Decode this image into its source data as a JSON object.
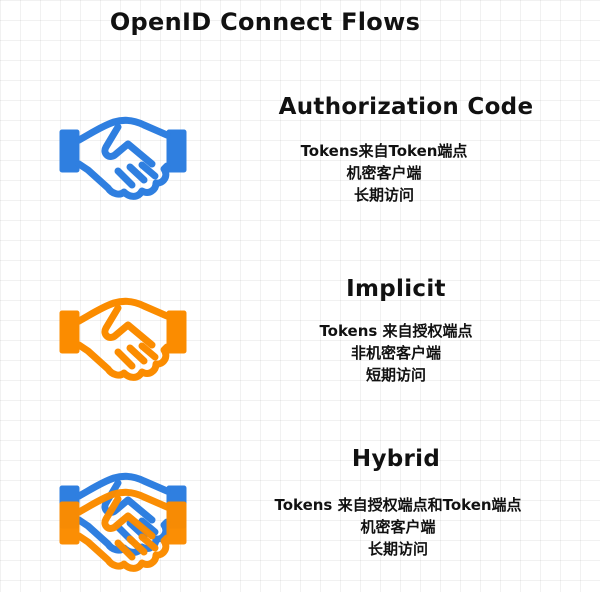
{
  "title": "OpenID Connect Flows",
  "colors": {
    "blue": "#2f7fe0",
    "orange": "#fb8c00"
  },
  "flows": [
    {
      "name": "Authorization Code",
      "icon": "handshake-icon",
      "icon_color": "blue",
      "lines": [
        "Tokens来自Token端点",
        "机密客户端",
        "长期访问"
      ]
    },
    {
      "name": "Implicit",
      "icon": "handshake-icon",
      "icon_color": "orange",
      "lines": [
        "Tokens 来自授权端点",
        "非机密客户端",
        "短期访问"
      ]
    },
    {
      "name": "Hybrid",
      "icon": "handshake-icon (blue + orange overlay)",
      "icon_color": "blue+orange",
      "lines": [
        "Tokens 来自授权端点和Token端点",
        "机密客户端",
        "长期访问"
      ]
    }
  ]
}
